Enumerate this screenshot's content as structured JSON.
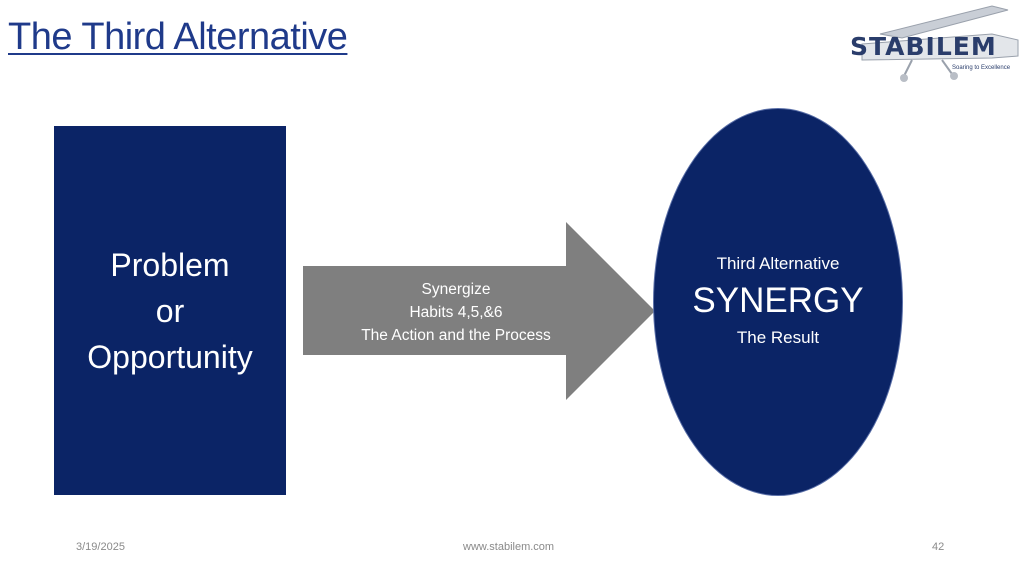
{
  "slide": {
    "title": "The Third Alternative",
    "logo": {
      "word": "STABILEM",
      "tagline": "Soaring to Excellence"
    },
    "problem_box": {
      "lines": [
        "Problem",
        "or",
        "Opportunity"
      ]
    },
    "arrow": {
      "lines": [
        "Synergize",
        "Habits 4,5,&6",
        "The Action and the Process"
      ]
    },
    "result": {
      "top": "Third Alternative",
      "main": "SYNERGY",
      "bottom": "The Result"
    },
    "footer": {
      "date": "3/19/2025",
      "url": "www.stabilem.com",
      "page": "42"
    }
  },
  "colors": {
    "navy": "#0b2466",
    "arrow_gray": "#7f7f7f",
    "title_blue": "#1f3a8a"
  }
}
